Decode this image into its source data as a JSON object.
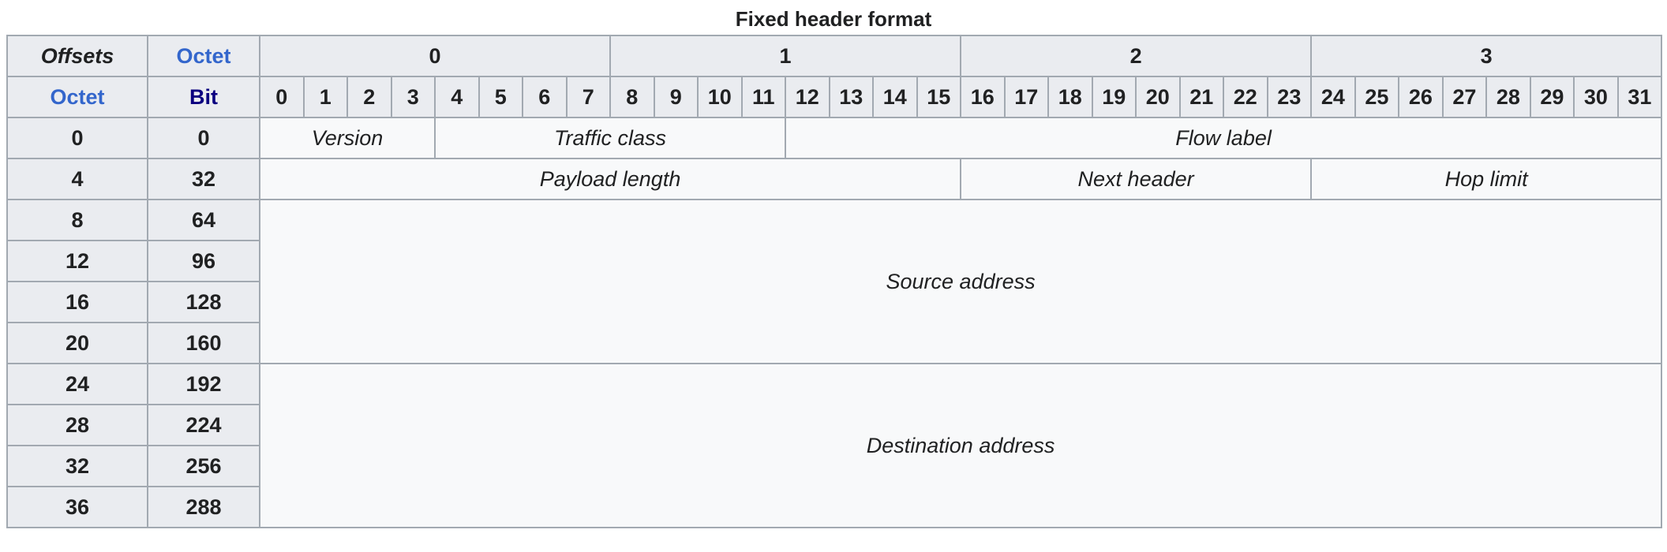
{
  "caption": "Fixed header format",
  "corner": {
    "offsets": "Offsets",
    "octet_col": "Octet",
    "octet_row": "Octet",
    "bit": "Bit"
  },
  "octet_headers": [
    "0",
    "1",
    "2",
    "3"
  ],
  "bit_headers": [
    "0",
    "1",
    "2",
    "3",
    "4",
    "5",
    "6",
    "7",
    "8",
    "9",
    "10",
    "11",
    "12",
    "13",
    "14",
    "15",
    "16",
    "17",
    "18",
    "19",
    "20",
    "21",
    "22",
    "23",
    "24",
    "25",
    "26",
    "27",
    "28",
    "29",
    "30",
    "31"
  ],
  "rows": [
    {
      "octet": "0",
      "bit": "0"
    },
    {
      "octet": "4",
      "bit": "32"
    },
    {
      "octet": "8",
      "bit": "64"
    },
    {
      "octet": "12",
      "bit": "96"
    },
    {
      "octet": "16",
      "bit": "128"
    },
    {
      "octet": "20",
      "bit": "160"
    },
    {
      "octet": "24",
      "bit": "192"
    },
    {
      "octet": "28",
      "bit": "224"
    },
    {
      "octet": "32",
      "bit": "256"
    },
    {
      "octet": "36",
      "bit": "288"
    }
  ],
  "fields": {
    "version": "Version",
    "traffic_class": "Traffic class",
    "flow_label": "Flow label",
    "payload_length": "Payload length",
    "next_header": "Next header",
    "hop_limit": "Hop limit",
    "source_address": "Source address",
    "destination_address": "Destination address"
  }
}
